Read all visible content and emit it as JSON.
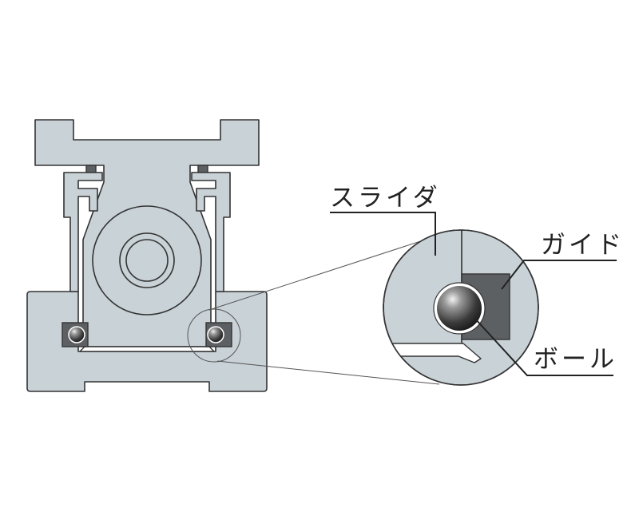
{
  "labels": {
    "slider": "スライダ",
    "guide": "ガイド",
    "ball": "ボール"
  },
  "colors": {
    "body_fill": "#c9d2d7",
    "outline": "#333333",
    "guide_insert": "#5d6063",
    "background": "#ffffff"
  }
}
